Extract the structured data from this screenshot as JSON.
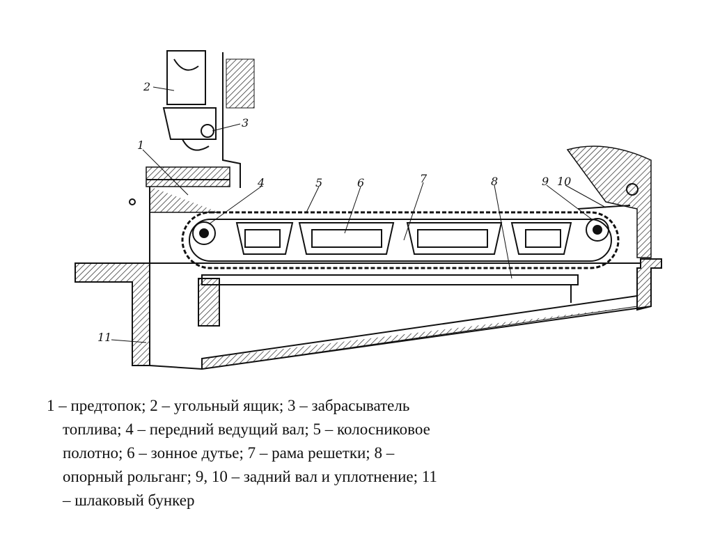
{
  "diagram": {
    "labels": {
      "l1": "1",
      "l2": "2",
      "l3": "3",
      "l4": "4",
      "l5": "5",
      "l6": "6",
      "l7": "7",
      "l8": "8",
      "l9": "9",
      "l10": "10",
      "l11": "11"
    }
  },
  "caption": {
    "lines": [
      "1 – предтопок; 2 – угольный ящик; 3 – забрасыватель",
      "топлива; 4 – передний ведущий вал; 5 – колосниковое",
      "полотно; 6 – зонное дутье; 7 – рама решетки; 8 –",
      "опорный рольганг; 9, 10 – задний вал и уплотнение; 11",
      "– шлаковый бункер"
    ]
  }
}
